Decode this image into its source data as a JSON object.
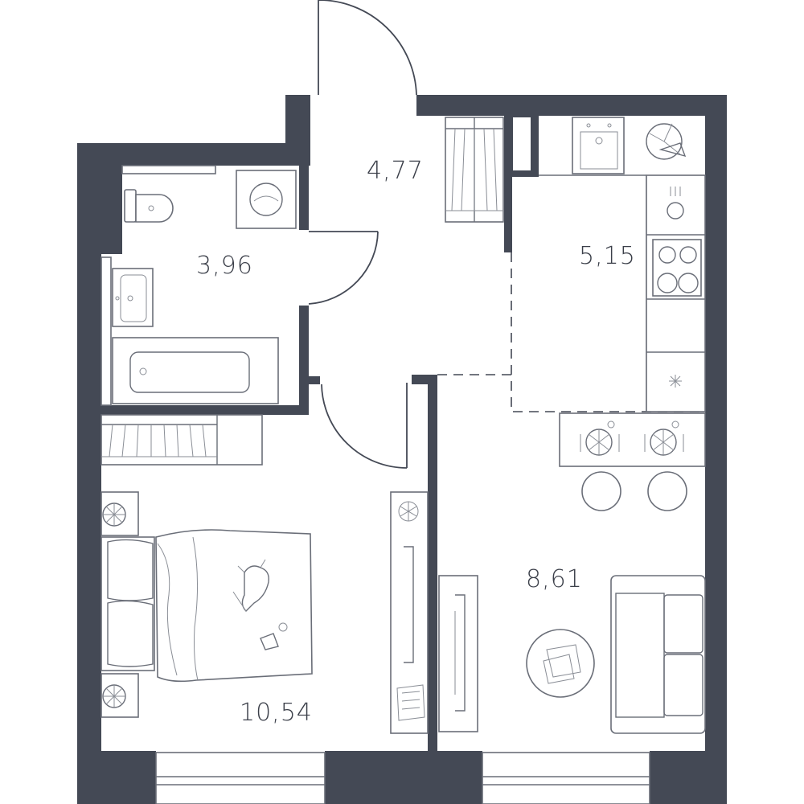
{
  "plan": {
    "rooms": [
      {
        "id": "hall",
        "area": "4,77"
      },
      {
        "id": "bathroom",
        "area": "3,96"
      },
      {
        "id": "kitchen",
        "area": "5,15"
      },
      {
        "id": "bedroom",
        "area": "10,54"
      },
      {
        "id": "living",
        "area": "8,61"
      }
    ],
    "colors": {
      "wall": "#444955",
      "line": "#6a6e78"
    }
  }
}
